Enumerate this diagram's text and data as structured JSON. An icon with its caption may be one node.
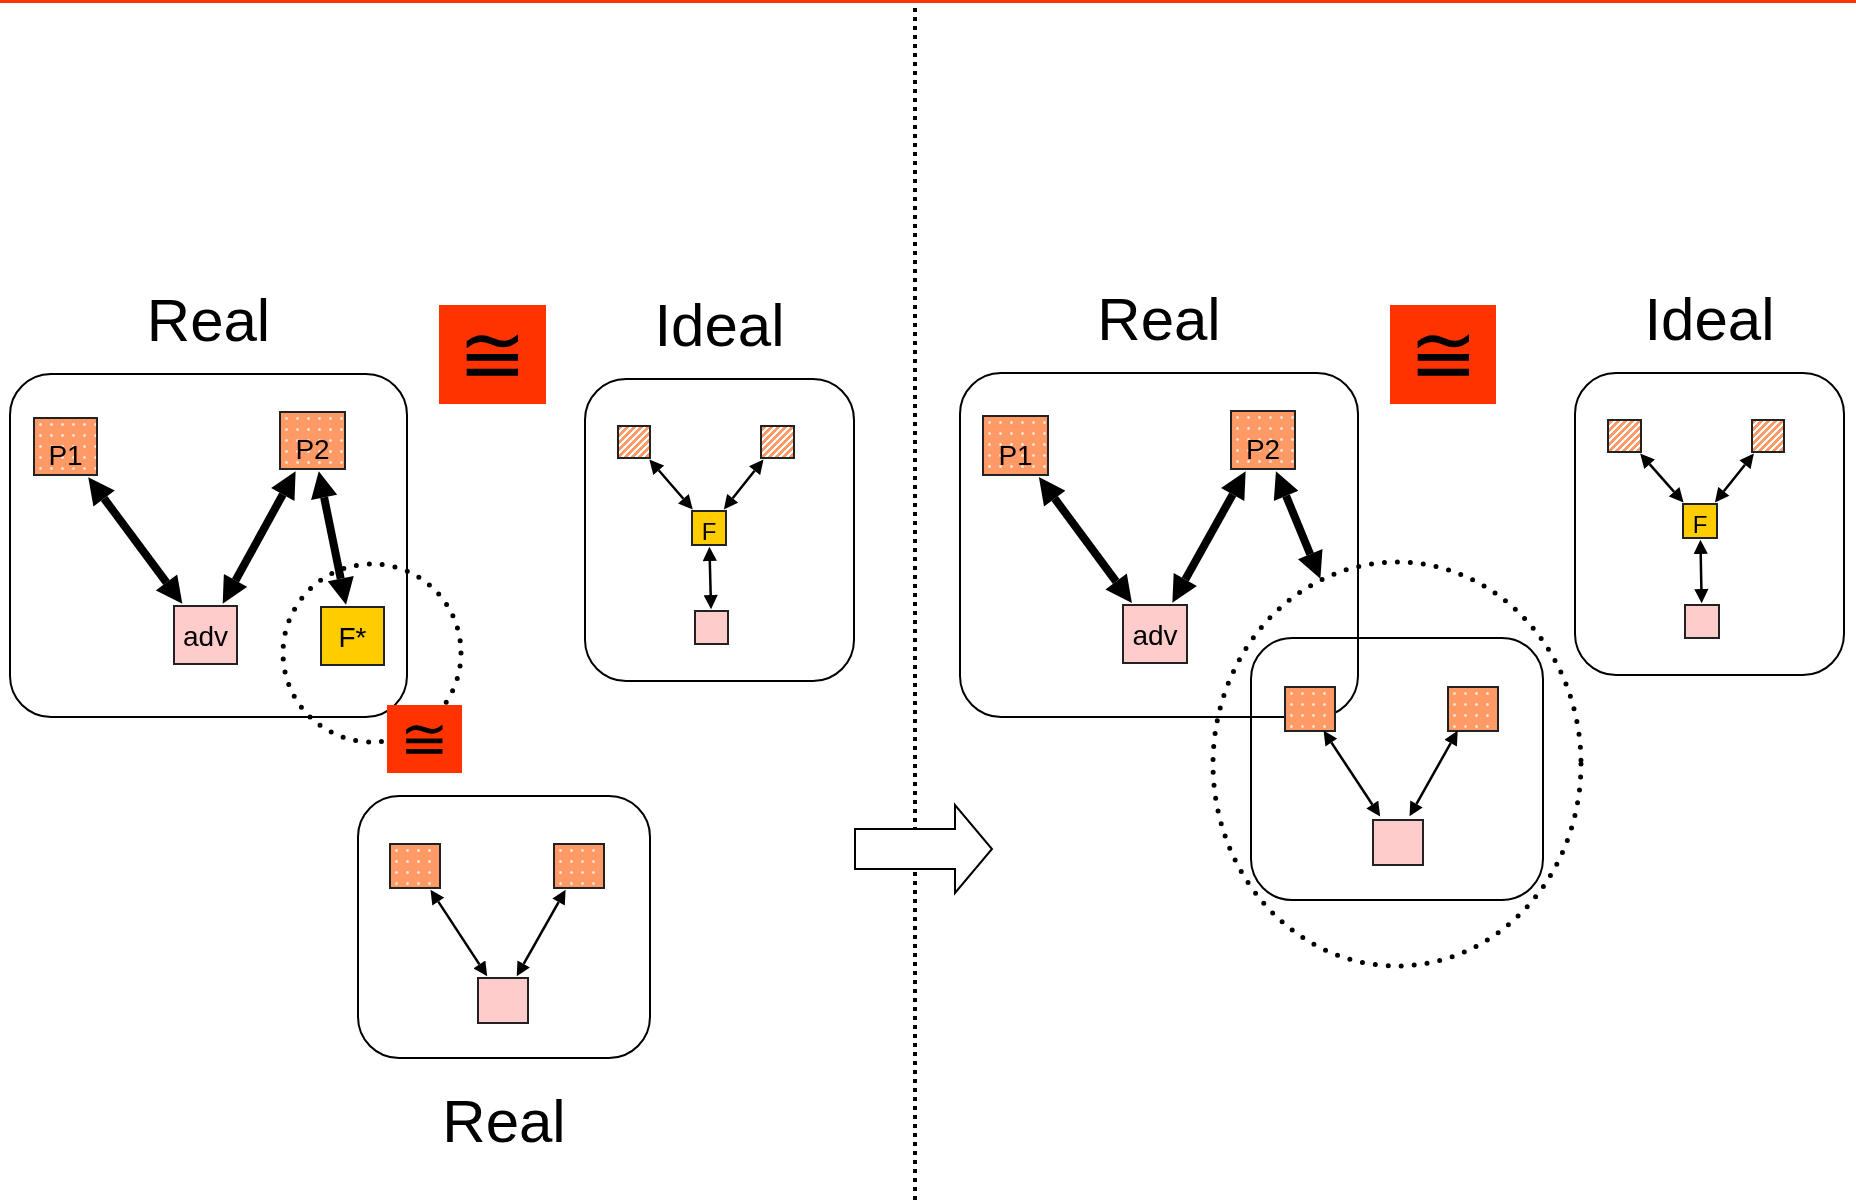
{
  "diagram": {
    "nodes": [
      {
        "text": [
          "Real"
        ]
      },
      {
        "text": [
          "P1"
        ],
        "in": 0
      },
      {
        "text": [
          "P2"
        ],
        "in": 0
      },
      {
        "text": [
          "adv"
        ],
        "in": 0
      },
      {
        "text": [],
        "shape": "circle"
      },
      {
        "text": [
          "F*"
        ]
      },
      {
        "text": [
          "≅"
        ]
      },
      {
        "text": [
          "≅"
        ]
      },
      {
        "text": [
          "Ideal"
        ]
      },
      {
        "text": [],
        "shape": "box",
        "in": 8
      },
      {
        "text": [],
        "shape": "box",
        "in": 8
      },
      {
        "text": [
          "F"
        ],
        "in": 8
      },
      {
        "text": [],
        "shape": "box",
        "in": 8
      },
      {
        "text": [
          "Real"
        ]
      },
      {
        "text": [],
        "shape": "box",
        "in": 13
      },
      {
        "text": [],
        "shape": "box",
        "in": 13
      },
      {
        "text": [],
        "shape": "box",
        "in": 13
      },
      {
        "text": [
          "Real"
        ]
      },
      {
        "text": [
          "P1"
        ],
        "in": 17
      },
      {
        "text": [
          "P2"
        ],
        "in": 17
      },
      {
        "text": [
          "adv"
        ],
        "in": 17
      },
      {
        "text": [
          "≅"
        ]
      },
      {
        "text": [
          "Ideal"
        ]
      },
      {
        "text": [],
        "shape": "box",
        "in": 22
      },
      {
        "text": [],
        "shape": "box",
        "in": 22
      },
      {
        "text": [
          "F"
        ],
        "in": 22
      },
      {
        "text": [],
        "shape": "box",
        "in": 22
      },
      {
        "text": [],
        "shape": "circle"
      },
      {
        "text": [],
        "shape": "box",
        "in": 27
      },
      {
        "text": [],
        "shape": "box",
        "in": 28
      },
      {
        "text": [],
        "shape": "box",
        "in": 28
      },
      {
        "text": [],
        "shape": "box",
        "in": 28
      }
    ],
    "edges": [
      {
        "from": 1,
        "to": 3,
        "arrow": "both",
        "style": "thick"
      },
      {
        "from": 2,
        "to": 3,
        "arrow": "both",
        "style": "thick"
      },
      {
        "from": 2,
        "to": 5,
        "arrow": "both",
        "style": "thick"
      },
      {
        "from": 9,
        "to": 11,
        "arrow": "both"
      },
      {
        "from": 10,
        "to": 11,
        "arrow": "both"
      },
      {
        "from": 11,
        "to": 12,
        "arrow": "both"
      },
      {
        "from": 14,
        "to": 16,
        "arrow": "both"
      },
      {
        "from": 15,
        "to": 16,
        "arrow": "both"
      },
      {
        "from": 18,
        "to": 20,
        "arrow": "both",
        "style": "thick"
      },
      {
        "from": 19,
        "to": 20,
        "arrow": "both",
        "style": "thick"
      },
      {
        "from": 19,
        "to": 27,
        "arrow": "both",
        "style": "thick"
      },
      {
        "from": 23,
        "to": 25,
        "arrow": "both"
      },
      {
        "from": 24,
        "to": 25,
        "arrow": "both"
      },
      {
        "from": 25,
        "to": 26,
        "arrow": "both"
      },
      {
        "from": 29,
        "to": 31,
        "arrow": "both"
      },
      {
        "from": 30,
        "to": 31,
        "arrow": "both"
      }
    ]
  }
}
